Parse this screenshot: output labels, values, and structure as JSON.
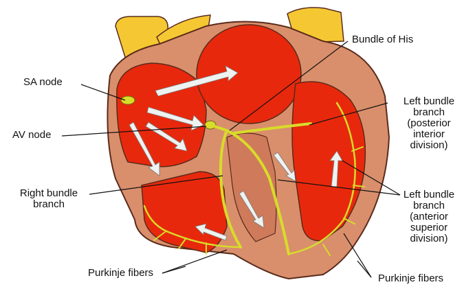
{
  "labels": {
    "sa_node": "SA node",
    "av_node": "AV node",
    "bundle_of_his": "Bundle of His",
    "right_bundle_branch": [
      "Right bundle",
      "branch"
    ],
    "left_bundle_posterior": [
      "Left bundle",
      "branch",
      "(posterior",
      "interior",
      "division)"
    ],
    "left_bundle_anterior": [
      "Left bundle",
      "branch",
      "(anterior",
      "superior",
      "division)"
    ],
    "purkinje_left": "Purkinje fibers",
    "purkinje_right": "Purkinje fibers"
  },
  "colors": {
    "chamber_red": "#e8280c",
    "wall_tan": "#d98f6c",
    "aorta_yellow": "#f5c833",
    "conduction_yellow": "#d8dc2a",
    "arrow_white": "#eef2f0",
    "outline": "#5a2a1a"
  }
}
